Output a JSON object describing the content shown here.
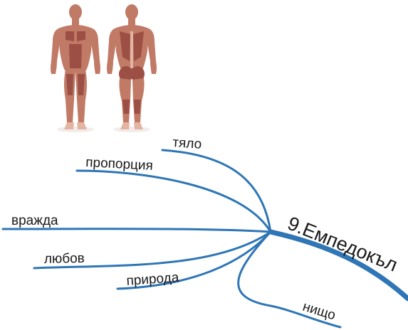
{
  "central_topic": {
    "label": "9.Емпедокъл"
  },
  "branches": [
    {
      "id": "tialo",
      "label": "тяло"
    },
    {
      "id": "proportsiia",
      "label": "пропорция"
    },
    {
      "id": "vrazhda",
      "label": "вражда"
    },
    {
      "id": "lyubov",
      "label": "любов"
    },
    {
      "id": "priroda",
      "label": "природа"
    },
    {
      "id": "nishto",
      "label": "нищо"
    }
  ],
  "image": {
    "icon": "anatomy-muscle-figures-icon"
  },
  "colors": {
    "branch": "#2e76b6",
    "text": "#1a1a1a",
    "background": "#ffffff"
  }
}
